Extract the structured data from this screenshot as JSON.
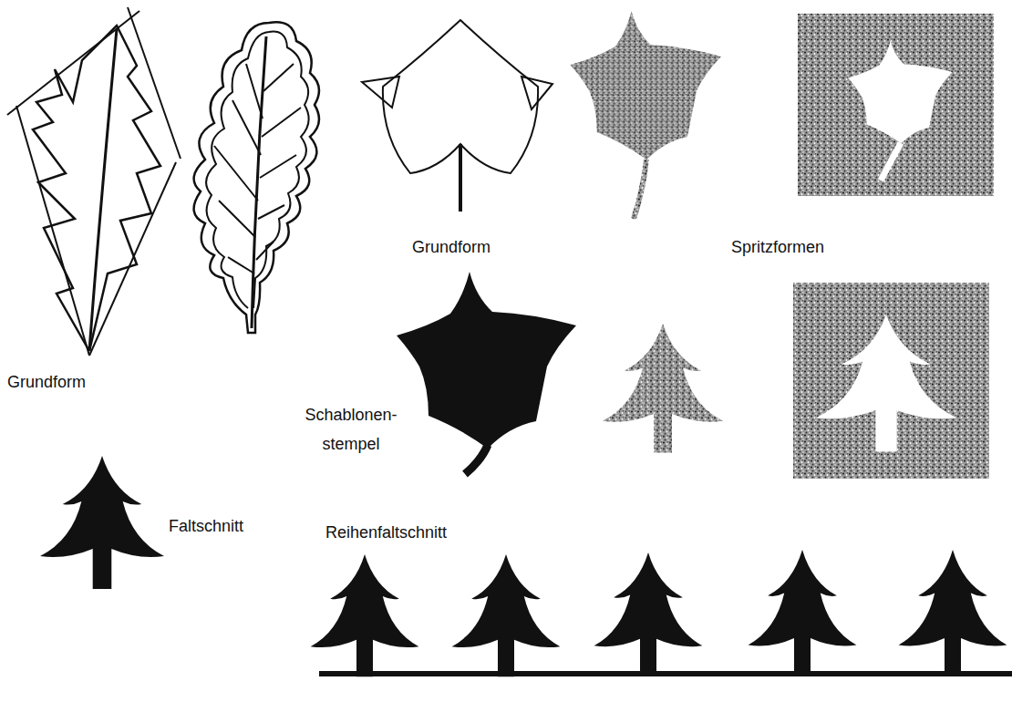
{
  "diagram": {
    "labels": [
      "Grundform",
      "Grundform",
      "Spritzformen",
      "Schablonen- stempel",
      "Faltschnitt",
      "Reihenfaltschnitt"
    ]
  }
}
